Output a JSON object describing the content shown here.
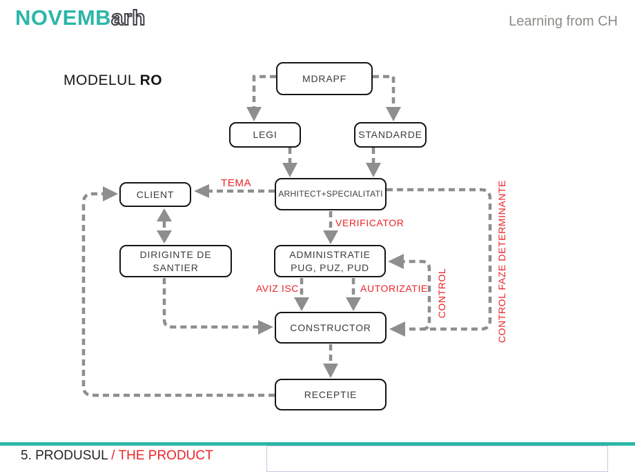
{
  "colors": {
    "teal": "#2CB6A9",
    "red": "#EA2428",
    "connector_gray": "#8E8E8E",
    "header_gray": "#8A8A85"
  },
  "header": {
    "logo_primary": "NOVEMB",
    "logo_secondary": "arh",
    "tagline": "Learning from CH"
  },
  "slide": {
    "title_prefix": "MODELUL ",
    "title_emphasis": "RO"
  },
  "diagram": {
    "nodes": {
      "mdrapf": "MDRAPF",
      "legi": "LEGI",
      "standarde": "STANDARDE",
      "client": "CLIENT",
      "arhitect": "ARHITECT+SPECIALITATI",
      "diriginte": {
        "line1": "DIRIGINTE DE",
        "line2": "SANTIER"
      },
      "administratie": {
        "line1": "ADMINISTRATIE",
        "line2": "PUG, PUZ, PUD"
      },
      "constructor": "CONSTRUCTOR",
      "receptie": "RECEPTIE"
    },
    "edge_labels": {
      "tema": "TEMA",
      "verificator": "VERIFICATOR",
      "aviz_isc": "AVIZ ISC",
      "autorizatie": "AUTORIZATIE",
      "control": "CONTROL",
      "control_faze_determinante": "CONTROL FAZE DETERMINANTE"
    }
  },
  "footer": {
    "section_ro": "5. PRODUSUL ",
    "section_en": "/ THE PRODUCT"
  }
}
